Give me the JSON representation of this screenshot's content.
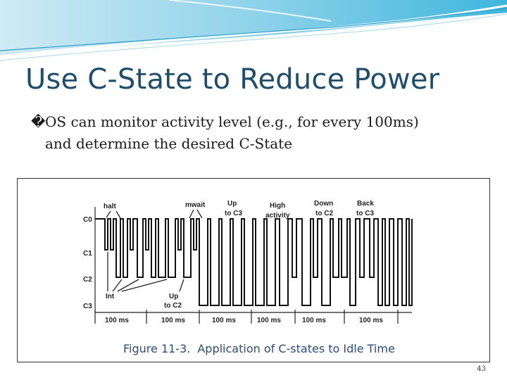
{
  "slide": {
    "title": "Use C-State to Reduce Power",
    "bullet": {
      "glyph": "�",
      "line1": "OS can monitor activity level (e.g., for every 100ms)",
      "line2": "and determine the desired C-State"
    },
    "page_number": "43"
  },
  "figure": {
    "state_labels": [
      "C0",
      "C1",
      "C2",
      "C3"
    ],
    "annotations": {
      "halt": "halt",
      "mwait": "mwait",
      "up_c3": [
        "Up",
        "to C3"
      ],
      "high": [
        "High",
        "activity"
      ],
      "down_c2": [
        "Down",
        "to C2"
      ],
      "back_c3": [
        "Back",
        "to C3"
      ],
      "int": "Int",
      "up_c2": [
        "Up",
        "to C2"
      ]
    },
    "interval_labels": [
      "100 ms",
      "100 ms",
      "100 ms",
      "100 ms",
      "100 ms",
      "100 ms"
    ],
    "caption_number": "Figure 11-3.",
    "caption_text": "Application of C-states to Idle Time"
  }
}
